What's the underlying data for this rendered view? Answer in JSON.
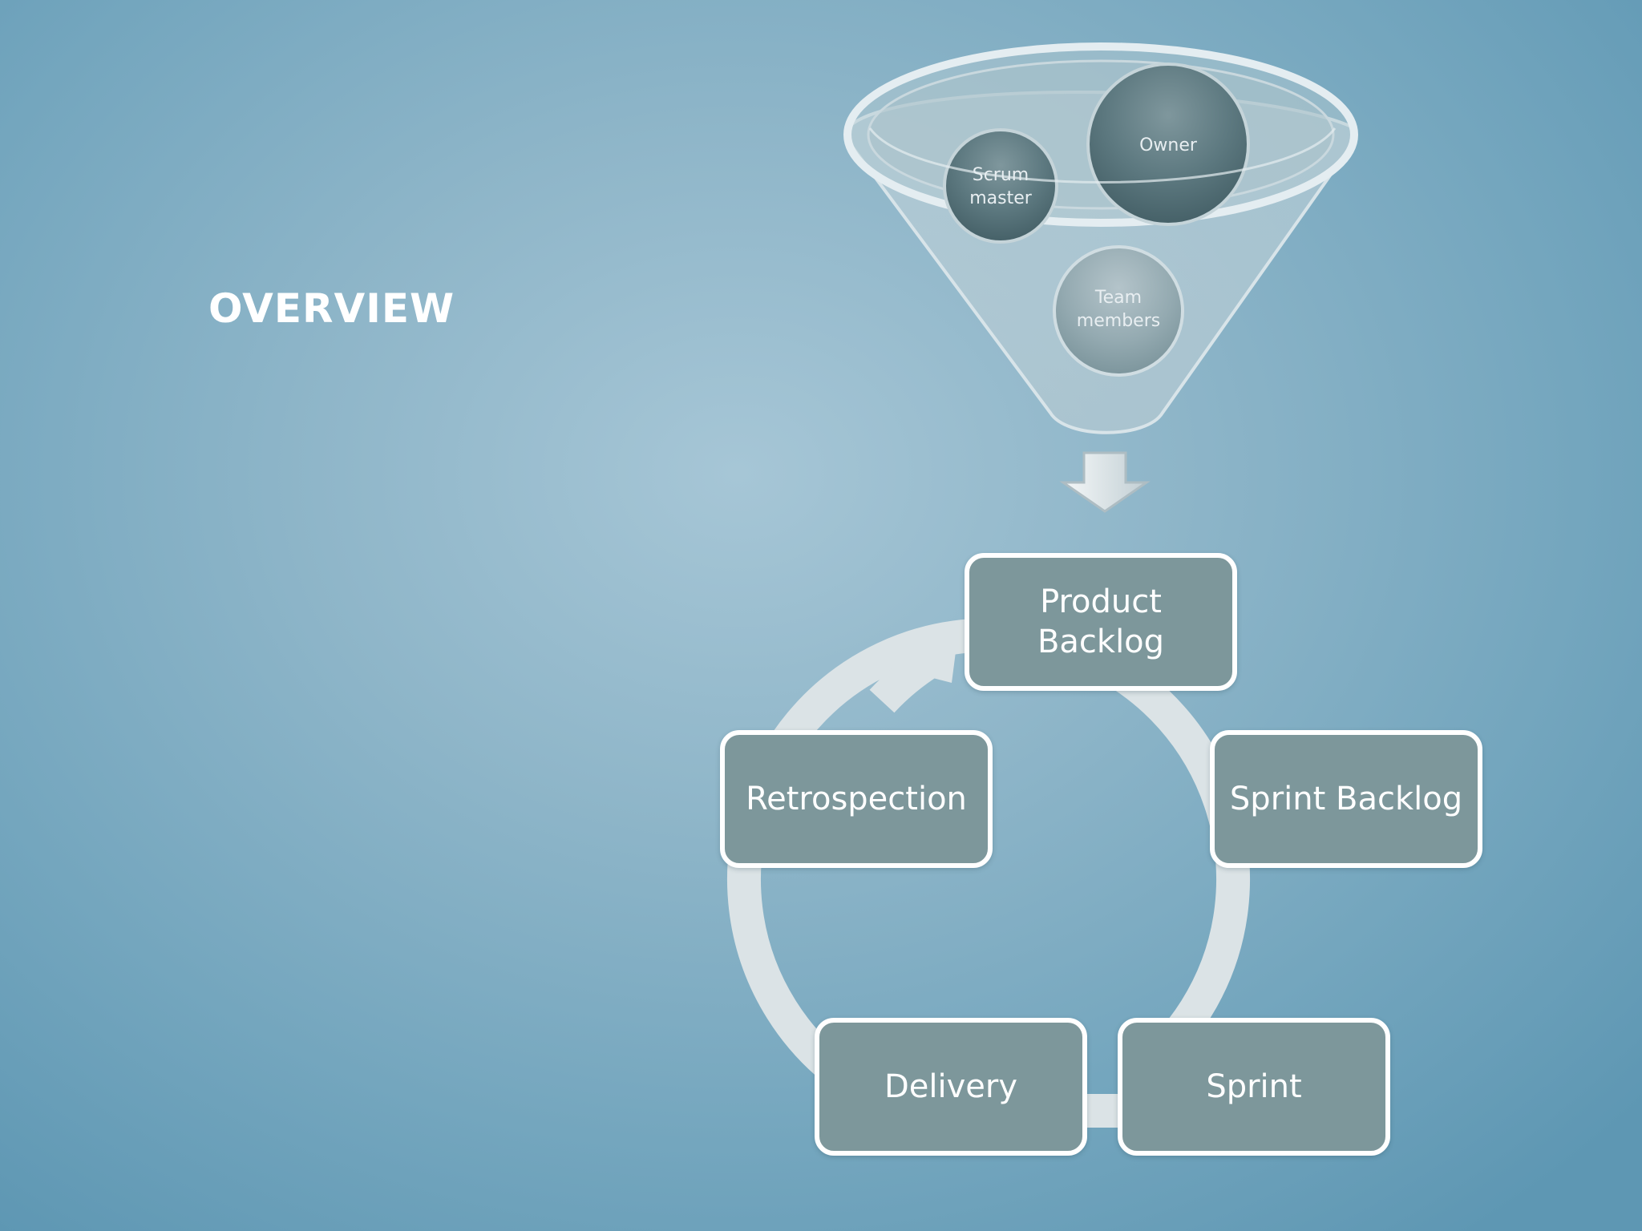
{
  "slide": {
    "title": "OVERVIEW"
  },
  "funnel": {
    "items": [
      {
        "label_lines": [
          "Scrum",
          "master"
        ]
      },
      {
        "label_lines": [
          "Owner"
        ]
      },
      {
        "label_lines": [
          "Team",
          "members"
        ]
      }
    ],
    "down_arrow_icon": "down-arrow-icon"
  },
  "cycle": {
    "steps": [
      {
        "label_lines": [
          "Product",
          "Backlog"
        ]
      },
      {
        "label_lines": [
          "Sprint Backlog"
        ]
      },
      {
        "label_lines": [
          "Sprint"
        ]
      },
      {
        "label_lines": [
          "Delivery"
        ]
      },
      {
        "label_lines": [
          "Retrospection"
        ]
      }
    ],
    "ring_icon": "circular-arrow-icon"
  },
  "colors": {
    "box_fill": "#7d979b",
    "box_border": "#ffffff",
    "ring": "#dbe3e6",
    "title": "#ffffff"
  }
}
